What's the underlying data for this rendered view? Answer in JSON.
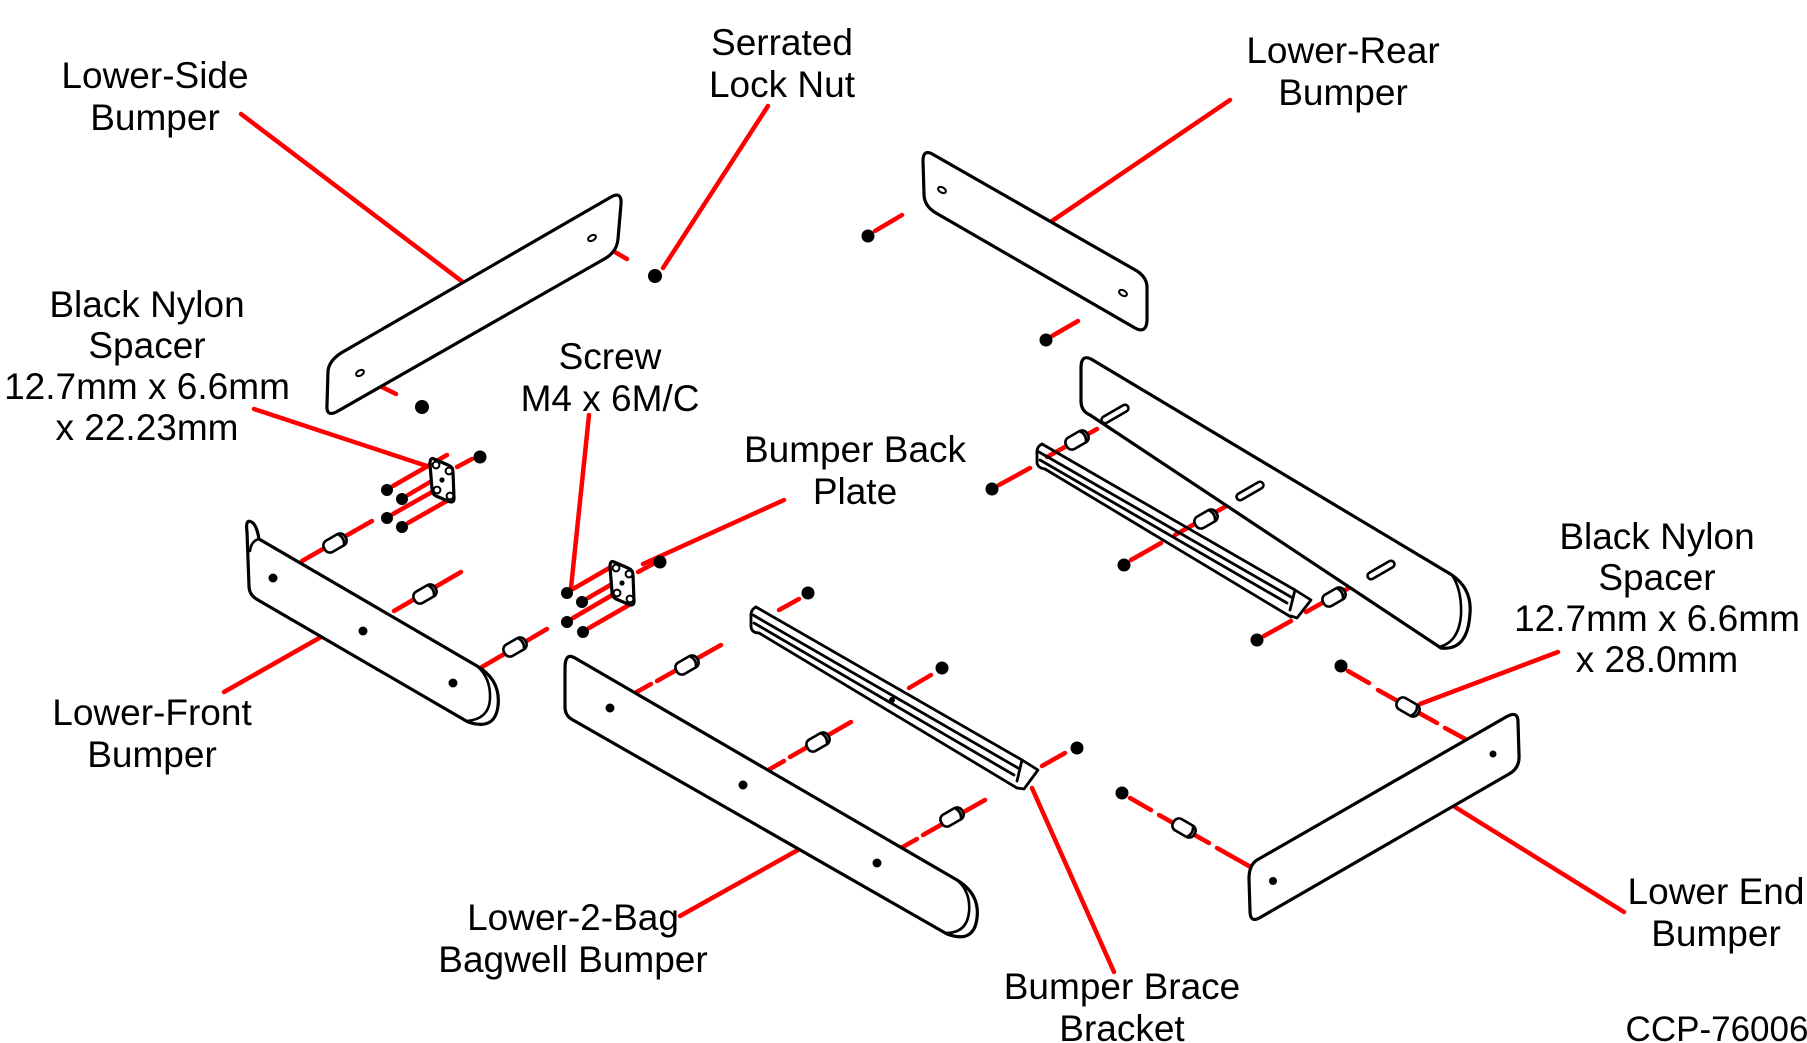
{
  "diagram": {
    "code": "CCP-76006",
    "colors": {
      "outline": "#000000",
      "leader": "#ff0000",
      "background": "#ffffff",
      "text": "#000000"
    },
    "labels": {
      "lower_side_bumper": {
        "lines": [
          "Lower-Side",
          "Bumper"
        ]
      },
      "serrated_lock_nut": {
        "lines": [
          "Serrated",
          "Lock Nut"
        ]
      },
      "lower_rear_bumper": {
        "lines": [
          "Lower-Rear",
          "Bumper"
        ]
      },
      "black_nylon_spacer_2223": {
        "lines": [
          "Black Nylon",
          "Spacer",
          "12.7mm x 6.6mm",
          "x 22.23mm"
        ]
      },
      "screw_m4": {
        "lines": [
          "Screw",
          "M4 x 6M/C"
        ]
      },
      "bumper_back_plate": {
        "lines": [
          "Bumper Back",
          "Plate"
        ]
      },
      "black_nylon_spacer_280": {
        "lines": [
          "Black Nylon",
          "Spacer",
          "12.7mm x 6.6mm",
          "x 28.0mm"
        ]
      },
      "lower_front_bumper": {
        "lines": [
          "Lower-Front",
          "Bumper"
        ]
      },
      "lower_2bag_bagwell_bumper": {
        "lines": [
          "Lower-2-Bag",
          "Bagwell Bumper"
        ]
      },
      "bumper_brace_bracket": {
        "lines": [
          "Bumper Brace",
          "Bracket"
        ]
      },
      "lower_end_bumper": {
        "lines": [
          "Lower End",
          "Bumper"
        ]
      }
    }
  }
}
